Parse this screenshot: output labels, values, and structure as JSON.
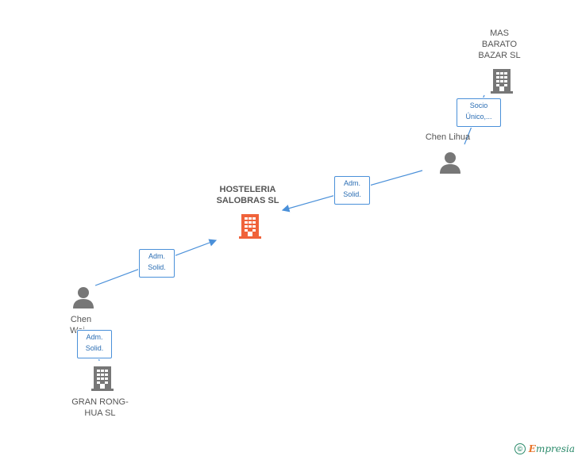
{
  "nodes": {
    "main_company": "HOSTELERIA\nSALOBRAS SL",
    "mas_barato": "MAS\nBARATO\nBAZAR SL",
    "chen_lihua": "Chen Lihua",
    "chen_wei": "Chen\nWei...",
    "gran_rong": "GRAN RONG-\nHUA SL"
  },
  "edges": {
    "lihua_to_main": "Adm.\nSolid.",
    "wei_to_main": "Adm.\nSolid.",
    "masbarato_to_lihua": "Socio\nÚnico,...",
    "granrong_to_wei": "Adm.\nSolid."
  },
  "footer": {
    "copyright_symbol": "©",
    "brand_initial": "E",
    "brand_rest": "mpresia"
  },
  "colors": {
    "main_company": "#f0623a",
    "company": "#777777",
    "person": "#777777",
    "edge": "#4a90d9"
  }
}
